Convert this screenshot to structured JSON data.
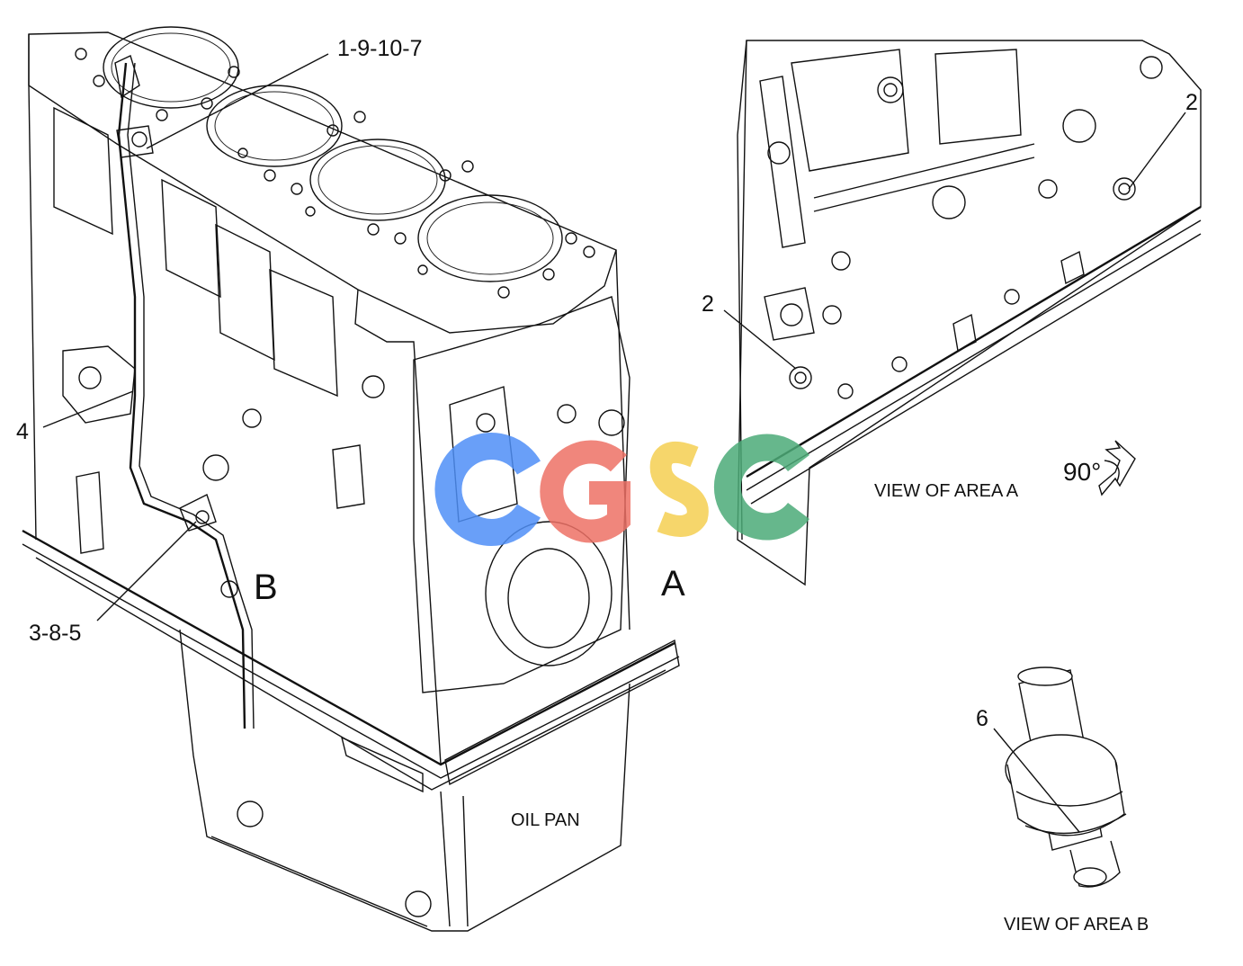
{
  "callouts": {
    "c1": "1-9-10-7",
    "c4": "4",
    "c3": "3-8-5",
    "c2a": "2",
    "c2b": "2",
    "c6": "6"
  },
  "area_letters": {
    "a": "A",
    "b": "B"
  },
  "captions": {
    "oil_pan": "OIL PAN",
    "view_a": "VIEW OF AREA  A",
    "view_b": "VIEW OF AREA  B",
    "rotation": "90°"
  },
  "watermark": {
    "letters": [
      "C",
      "G",
      "S",
      "C"
    ],
    "colors": [
      "#4f8ff7",
      "#ee7166",
      "#f5cf52",
      "#4cab78"
    ]
  }
}
